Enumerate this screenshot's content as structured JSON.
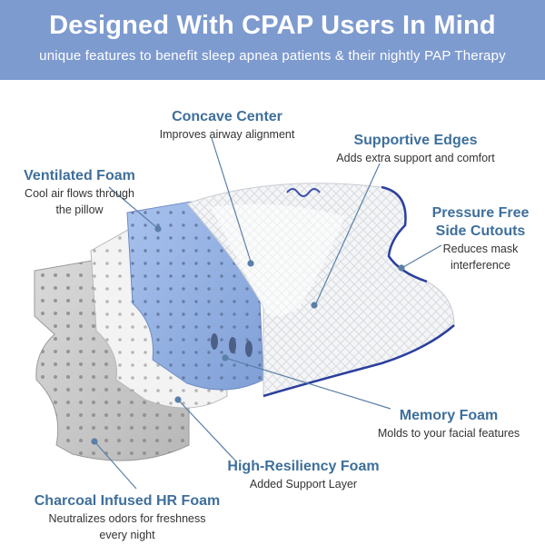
{
  "header": {
    "title": "Designed With CPAP Users In Mind",
    "subtitle": "unique features to benefit sleep apnea patients & their nightly PAP Therapy"
  },
  "colors": {
    "banner": "#7e9bd0",
    "heading": "#3e6f9b",
    "leader_line": "#5a7fa8",
    "memory_foam": "#8fb0e3",
    "charcoal_foam": "#c9c9c9",
    "hr_foam": "#f2f2f2",
    "pillow_trim": "#2b3f9e"
  },
  "callouts": {
    "concave_center": {
      "title": "Concave Center",
      "desc": "Improves airway alignment"
    },
    "supportive_edges": {
      "title": "Supportive Edges",
      "desc": "Adds extra support and comfort"
    },
    "ventilated_foam": {
      "title": "Ventilated Foam",
      "desc_line1": "Cool air flows through",
      "desc_line2": "the pillow"
    },
    "pressure_free": {
      "title_line1": "Pressure Free",
      "title_line2": "Side Cutouts",
      "desc_line1": "Reduces mask",
      "desc_line2": "interference"
    },
    "memory_foam": {
      "title": "Memory Foam",
      "desc": "Molds to your facial features"
    },
    "hr_foam": {
      "title": "High-Resiliency Foam",
      "desc": "Added Support Layer"
    },
    "charcoal": {
      "title": "Charcoal Infused HR Foam",
      "desc_line1": "Neutralizes odors for freshness",
      "desc_line2": "every night"
    }
  }
}
